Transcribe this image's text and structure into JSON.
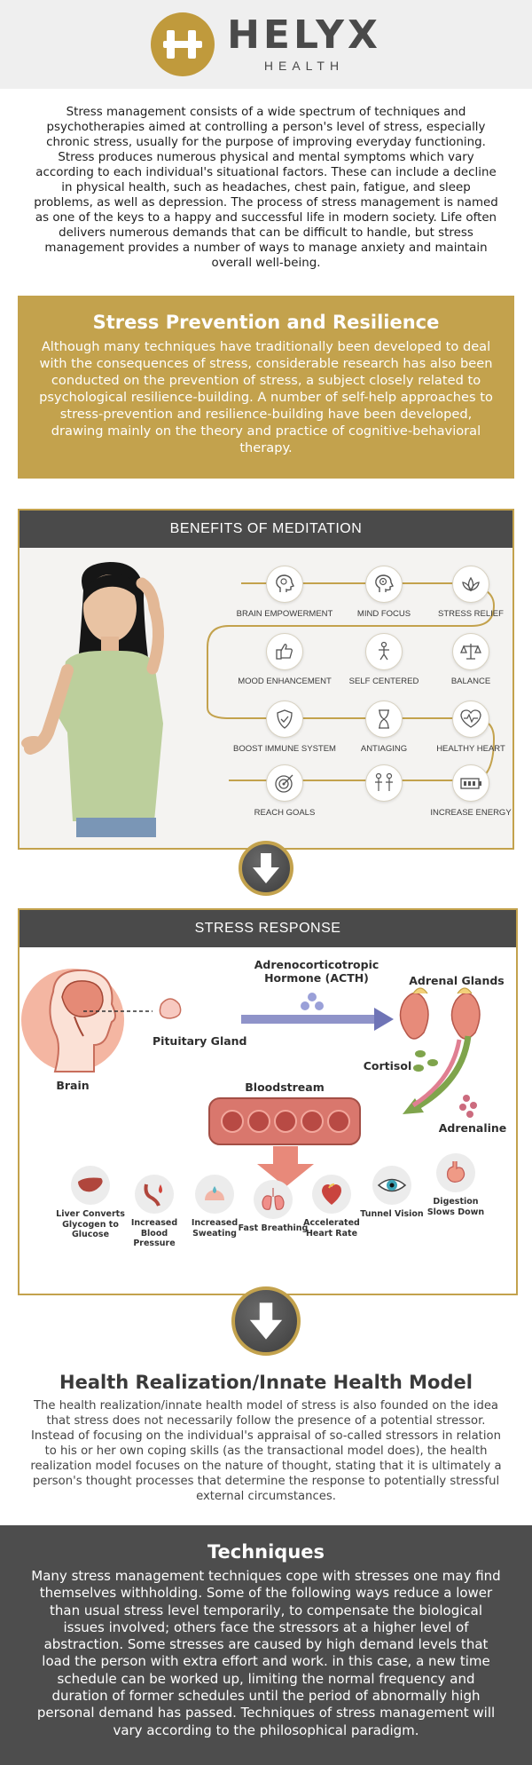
{
  "header": {
    "brand": "HELYX",
    "brand_sub": "HEALTH"
  },
  "intro": "Stress management consists of a wide spectrum of techniques and psychotherapies aimed at controlling a person's level of stress, especially chronic stress, usually for the purpose of improving everyday functioning. Stress produces numerous physical and mental symptoms which vary according to each individual's situational factors. These can include a decline in physical health, such as headaches, chest pain, fatigue, and sleep problems, as well as depression. The process of stress management is named as one of the keys to a happy and successful life in modern society. Life often delivers numerous demands that can be difficult to handle, but stress management provides a number of ways to manage anxiety and maintain overall well-being.",
  "prevention": {
    "title": "Stress Prevention and Resilience",
    "text": "Although many techniques have traditionally been developed to deal with the consequences of stress, considerable research has also been conducted on the prevention of stress, a subject closely related to psychological resilience-building. A number of self-help approaches to stress-prevention and resilience-building have been developed, drawing mainly on the theory and practice of cognitive-behavioral therapy."
  },
  "meditation": {
    "title": "BENEFITS OF MEDITATION",
    "benefits": [
      {
        "label": "BRAIN EMPOWERMENT",
        "icon": "head-brain-icon"
      },
      {
        "label": "MIND FOCUS",
        "icon": "head-focus-icon"
      },
      {
        "label": "STRESS RELIEF",
        "icon": "lotus-icon"
      },
      {
        "label": "MOOD ENHANCEMENT",
        "icon": "thumbs-up-icon"
      },
      {
        "label": "SELF CENTERED",
        "icon": "person-icon"
      },
      {
        "label": "BALANCE",
        "icon": "scale-icon"
      },
      {
        "label": "BOOST IMMUNE SYSTEM",
        "icon": "shield-icon"
      },
      {
        "label": "ANTIAGING",
        "icon": "hourglass-icon"
      },
      {
        "label": "HEALTHY HEART",
        "icon": "heartbeat-icon"
      },
      {
        "label": "REACH GOALS",
        "icon": "target-icon"
      },
      {
        "label": "",
        "icon": "people-icon"
      },
      {
        "label": "INCREASE ENERGY",
        "icon": "battery-icon"
      }
    ]
  },
  "stress": {
    "title": "STRESS RESPONSE",
    "acth": "Adrenocorticotropic Hormone (ACTH)",
    "adrenal": "Adrenal Glands",
    "pituitary": "Pituitary Gland",
    "brain": "Brain",
    "cortisol": "Cortisol",
    "bloodstream": "Bloodstream",
    "adrenaline": "Adrenaline",
    "effects": [
      {
        "label": "Liver Converts Glycogen to Glucose",
        "icon": "liver-icon"
      },
      {
        "label": "Increased Blood Pressure",
        "icon": "blood-pressure-icon"
      },
      {
        "label": "Increased Sweating",
        "icon": "sweat-icon"
      },
      {
        "label": "Fast Breathing",
        "icon": "lungs-icon"
      },
      {
        "label": "Accelerated Heart Rate",
        "icon": "heart-icon"
      },
      {
        "label": "Tunnel Vision",
        "icon": "eye-icon"
      },
      {
        "label": "Digestion Slows Down",
        "icon": "stomach-icon"
      }
    ]
  },
  "health_model": {
    "title": "Health Realization/Innate Health Model",
    "text": "The health realization/innate health model of stress is also founded on the idea that stress does not necessarily follow the presence of a potential stressor. Instead of focusing on the individual's appraisal of so-called stressors in relation to his or her own coping skills (as the transactional model does), the health realization model focuses on the nature of thought, stating that it is ultimately a person's thought processes that determine the response to potentially stressful external circumstances."
  },
  "techniques": {
    "title": "Techniques",
    "text": "Many stress management techniques cope with stresses one may find themselves withholding. Some of the following ways reduce a lower than usual stress level temporarily, to compensate the biological issues involved; others face the stressors at a higher level of abstraction. Some stresses are caused by high demand levels that load the person with extra effort and work. in this case, a new time schedule can be worked up, limiting the normal frequency and duration of former schedules until the period of abnormally high personal demand has passed. Techniques of stress management will vary according to the philosophical paradigm."
  },
  "colors": {
    "gold": "#c3a24d",
    "dark": "#4a4a4a",
    "light_bg": "#efefef"
  }
}
